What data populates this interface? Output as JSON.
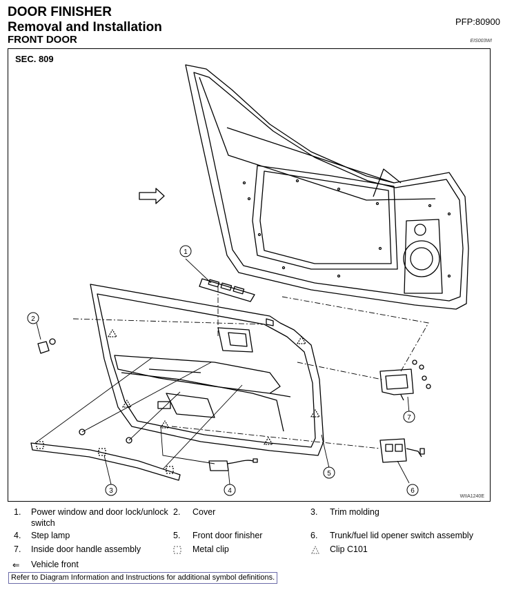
{
  "header": {
    "title": "DOOR FINISHER",
    "subtitle": "Removal and Installation",
    "section": "FRONT DOOR",
    "pfp": "PFP:80900",
    "doc_code": "EIS003WI"
  },
  "diagram": {
    "sec_label": "SEC. 809",
    "figure_code": "WIIA1240E",
    "callouts": [
      "1",
      "2",
      "3",
      "4",
      "5",
      "6",
      "7"
    ]
  },
  "legend": {
    "items": [
      {
        "num": "1.",
        "text": "Power window and door lock/unlock",
        "text2": "switch"
      },
      {
        "num": "2.",
        "text": "Cover"
      },
      {
        "num": "3.",
        "text": "Trim molding"
      },
      {
        "num": "4.",
        "text": "Step lamp"
      },
      {
        "num": "5.",
        "text": "Front door finisher"
      },
      {
        "num": "6.",
        "text": "Trunk/fuel lid opener switch assembly"
      },
      {
        "num": "7.",
        "text": "Inside door handle assembly"
      }
    ],
    "metal_clip": "Metal clip",
    "clip_c101": "Clip C101",
    "vehicle_front": "Vehicle front"
  },
  "footer_note": "Refer to Diagram Information and Instructions for additional symbol definitions."
}
